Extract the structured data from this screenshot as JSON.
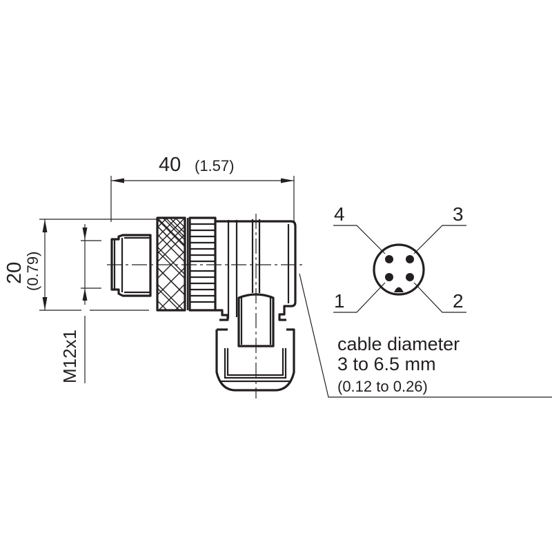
{
  "drawing": {
    "title": "M12 angled connector dimension drawing",
    "colors": {
      "ink": "#231f20",
      "background": "#ffffff"
    },
    "dimensions": {
      "length": {
        "value_mm": "40",
        "value_in": "(1.57)"
      },
      "height": {
        "value_mm": "20",
        "value_in": "(0.79)"
      },
      "thread": {
        "label": "M12x1"
      }
    },
    "pinout": {
      "pins": [
        {
          "number": "1",
          "position": "bottom-left"
        },
        {
          "number": "2",
          "position": "bottom-right"
        },
        {
          "number": "3",
          "position": "top-right"
        },
        {
          "number": "4",
          "position": "top-left"
        }
      ],
      "key": "coding-notch-bottom"
    },
    "cable_note": {
      "line1": "cable diameter",
      "line2": "3 to 6.5 mm",
      "line3": "(0.12 to 0.26)"
    }
  }
}
